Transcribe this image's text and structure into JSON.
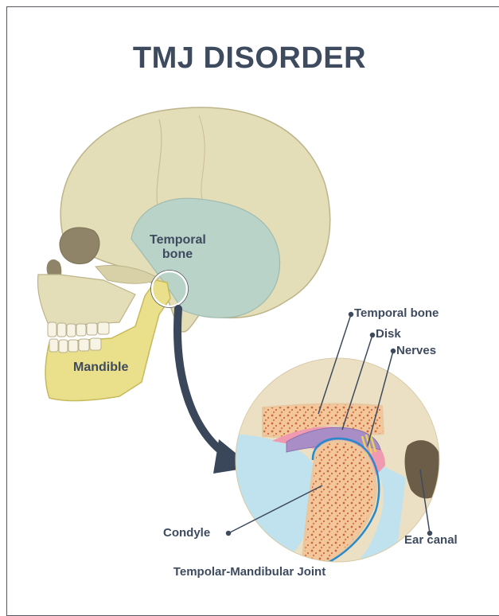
{
  "title": "TMJ DISORDER",
  "skull_labels": {
    "temporal_bone": "Temporal\nbone",
    "mandible": "Mandible"
  },
  "joint_labels": {
    "temporal_bone": "Temporal bone",
    "disk": "Disk",
    "nerves": "Nerves",
    "condyle": "Condyle",
    "ear_canal": "Ear canal"
  },
  "caption": "Tempolar-Mandibular Joint",
  "colors": {
    "frame": "#55585e",
    "text": "#3e4a5e",
    "skull": "#e3ddb8",
    "temporal_region": "#b9d3c9",
    "mandible": "#eadf8a",
    "arrow": "#3a475b",
    "joint_background": "#ece0c4",
    "cartilage_blue": "#bfe2ee",
    "bone_marrow": "#dc8a5b",
    "disk": "#a88dc6",
    "tissue_pink": "#ef9ab0",
    "ear_canal": "#6b5d48"
  }
}
